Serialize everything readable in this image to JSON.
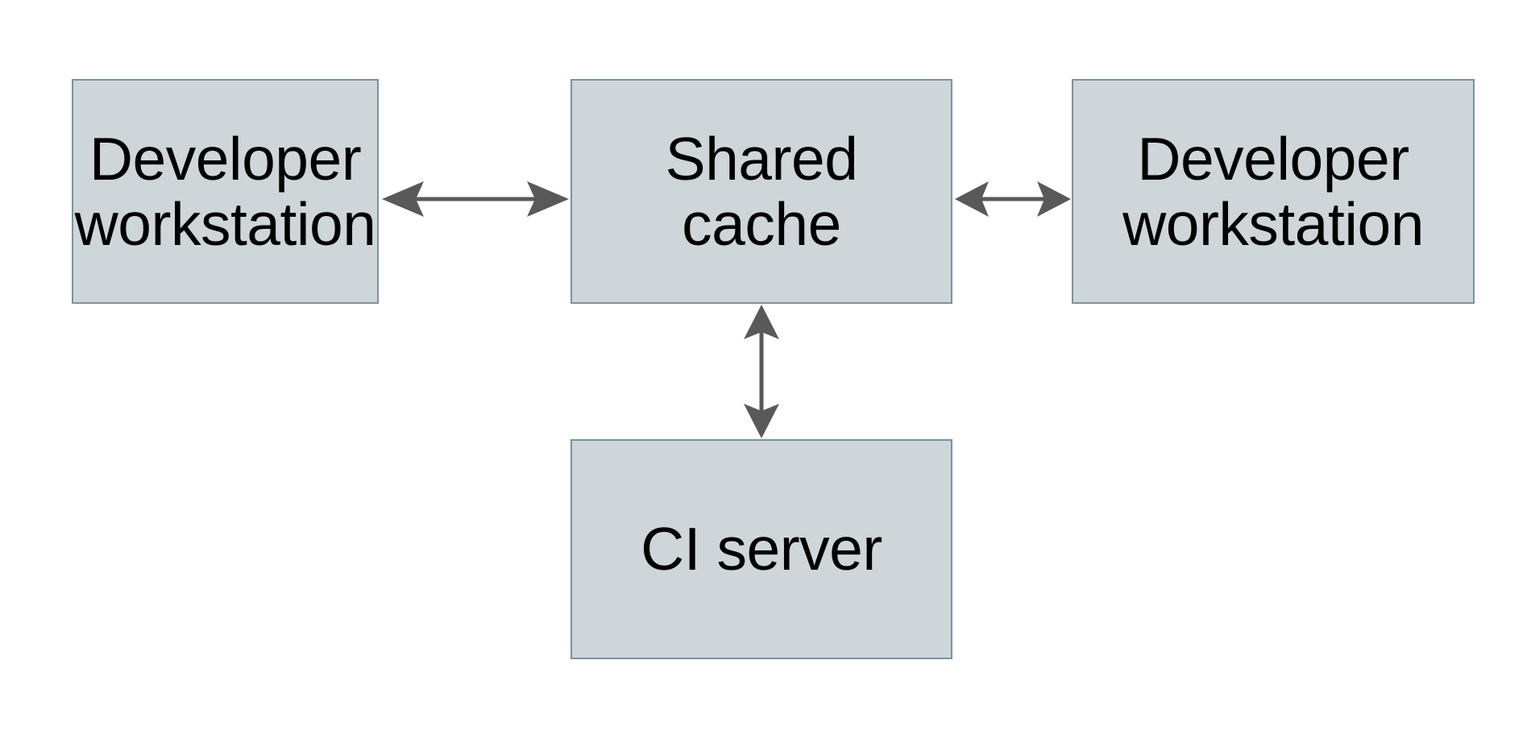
{
  "diagram": {
    "type": "block-diagram",
    "background_color": "#ffffff",
    "node_fill_color": "#ced6da",
    "node_border_color": "#7b929f",
    "connector_color": "#595959",
    "text_color": "#000000",
    "nodes": [
      {
        "id": "dev-left",
        "label": "Developer\nworkstation",
        "role": "Developer workstation",
        "position": "top-left"
      },
      {
        "id": "shared-cache",
        "label": "Shared\ncache",
        "role": "Shared cache",
        "position": "top-center"
      },
      {
        "id": "dev-right",
        "label": "Developer\nworkstation",
        "role": "Developer workstation",
        "position": "top-right"
      },
      {
        "id": "ci-server",
        "label": "CI server",
        "role": "CI server",
        "position": "bottom-center"
      }
    ],
    "connectors": [
      {
        "id": "left-to-shared",
        "from": "dev-left",
        "to": "shared-cache",
        "orientation": "horizontal",
        "arrowheads": "both"
      },
      {
        "id": "shared-to-right",
        "from": "shared-cache",
        "to": "dev-right",
        "orientation": "horizontal",
        "arrowheads": "both"
      },
      {
        "id": "shared-to-ci",
        "from": "shared-cache",
        "to": "ci-server",
        "orientation": "vertical",
        "arrowheads": "both"
      }
    ]
  }
}
